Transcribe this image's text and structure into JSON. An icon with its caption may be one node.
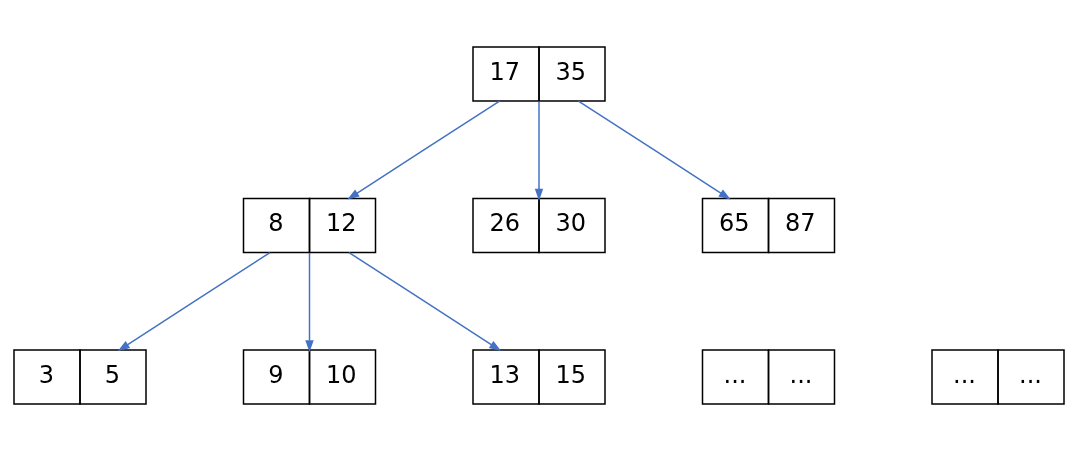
{
  "diagram": {
    "nodes": [
      {
        "text": [
          "17",
          "35"
        ]
      },
      {
        "text": [
          "8",
          "12"
        ]
      },
      {
        "text": [
          "26",
          "30"
        ]
      },
      {
        "text": [
          "65",
          "87"
        ]
      },
      {
        "text": [
          "3",
          "5"
        ]
      },
      {
        "text": [
          "9",
          "10"
        ]
      },
      {
        "text": [
          "13",
          "15"
        ]
      },
      {
        "text": [
          "...",
          "..."
        ]
      },
      {
        "text": [
          "...",
          "..."
        ]
      }
    ],
    "edges": [
      {
        "from": 0,
        "to": 1,
        "arrow": "to"
      },
      {
        "from": 0,
        "to": 2,
        "arrow": "to"
      },
      {
        "from": 0,
        "to": 3,
        "arrow": "to"
      },
      {
        "from": 1,
        "to": 4,
        "arrow": "to"
      },
      {
        "from": 1,
        "to": 5,
        "arrow": "to"
      },
      {
        "from": 1,
        "to": 6,
        "arrow": "to"
      }
    ]
  }
}
